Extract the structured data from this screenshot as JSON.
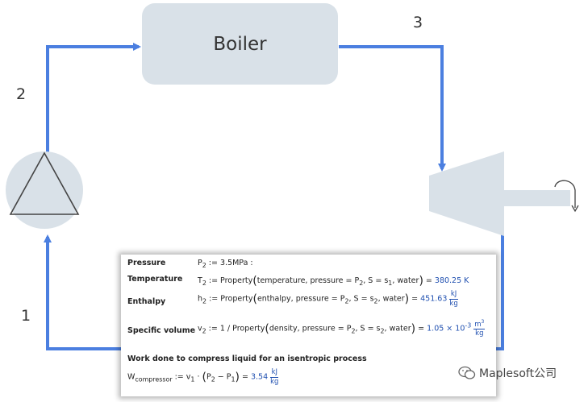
{
  "diagram": {
    "boiler_label": "Boiler",
    "state_labels": [
      "1",
      "2",
      "3"
    ],
    "colors": {
      "pipe": "#4b7fe0",
      "component_fill": "#d9e1e8",
      "value_text": "#1f4fb0"
    }
  },
  "panel": {
    "rows": [
      {
        "name": "Pressure",
        "lhs": "P",
        "sub": "2",
        "rhs": "3.5MPa :"
      },
      {
        "name": "Temperature",
        "lhs": "T",
        "sub": "2",
        "rhs": "Property",
        "args": "temperature, pressure = P",
        "arg_sub": "2",
        "args2": ", S = s",
        "arg_sub2": "1",
        "args3": ", water",
        "result": "380.25 K"
      },
      {
        "name": "Enthalpy",
        "lhs": "h",
        "sub": "2",
        "rhs": "Property",
        "args": "enthalpy, pressure = P",
        "arg_sub": "2",
        "args2": ", S = s",
        "arg_sub2": "2",
        "args3": ", water",
        "result": "451.63",
        "unit_num": "kJ",
        "unit_den": "kg"
      },
      {
        "name": "Specific volume",
        "lhs": "v",
        "sub": "2",
        "rhs": "1 / Property",
        "args": "density, pressure = P",
        "arg_sub": "2",
        "args2": ", S = s",
        "arg_sub2": "2",
        "args3": ", water",
        "result": "1.05 × 10",
        "exp": "-3",
        "unit_num": "m3",
        "unit_den": "kg"
      }
    ],
    "work_heading": "Work done to compress liquid for an isentropic process",
    "work": {
      "lhs": "W",
      "sub": "compressor",
      "rhs": "v",
      "rhs_sub": "1",
      "p2": "P",
      "p2_sub": "2",
      "p1": "P",
      "p1_sub": "1",
      "result": "3.54",
      "unit_num": "kJ",
      "unit_den": "kg"
    }
  },
  "watermark": {
    "text": "Maplesoft公司",
    "icon": "wechat-icon"
  }
}
